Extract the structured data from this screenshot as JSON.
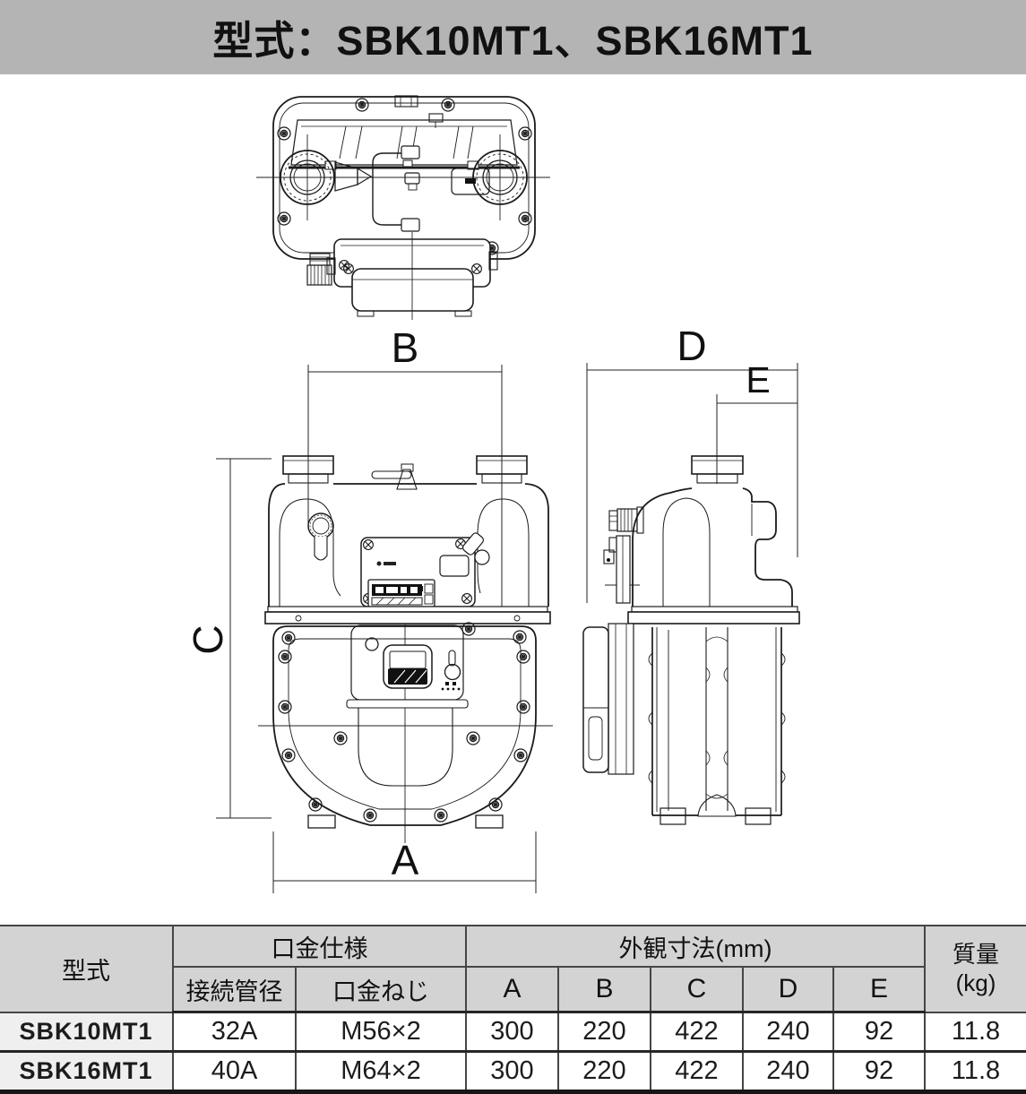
{
  "header": {
    "title": "型式：SBK10MT1、SBK16MT1"
  },
  "drawing": {
    "dim_labels": {
      "A": "A",
      "B": "B",
      "C": "C",
      "D": "D",
      "E": "E"
    }
  },
  "table": {
    "headers": {
      "model": "型式",
      "fitting_group": "口金仕様",
      "dims_group": "外観寸法(mm)",
      "mass_line1": "質量",
      "mass_line2": "(kg)",
      "pipe": "接続管径",
      "thread": "口金ねじ",
      "dims": [
        "A",
        "B",
        "C",
        "D",
        "E"
      ]
    },
    "rows": [
      {
        "model": "SBK10MT1",
        "pipe": "32A",
        "thread": "M56×2",
        "A": "300",
        "B": "220",
        "C": "422",
        "D": "240",
        "E": "92",
        "mass": "11.8"
      },
      {
        "model": "SBK16MT1",
        "pipe": "40A",
        "thread": "M64×2",
        "A": "300",
        "B": "220",
        "C": "422",
        "D": "240",
        "E": "92",
        "mass": "11.8"
      }
    ]
  },
  "colors": {
    "title_bar_bg": "#b4b4b4",
    "table_header_bg": "#d3d3d3",
    "model_cell_bg": "#efefef",
    "line": "#1b1b1b"
  }
}
